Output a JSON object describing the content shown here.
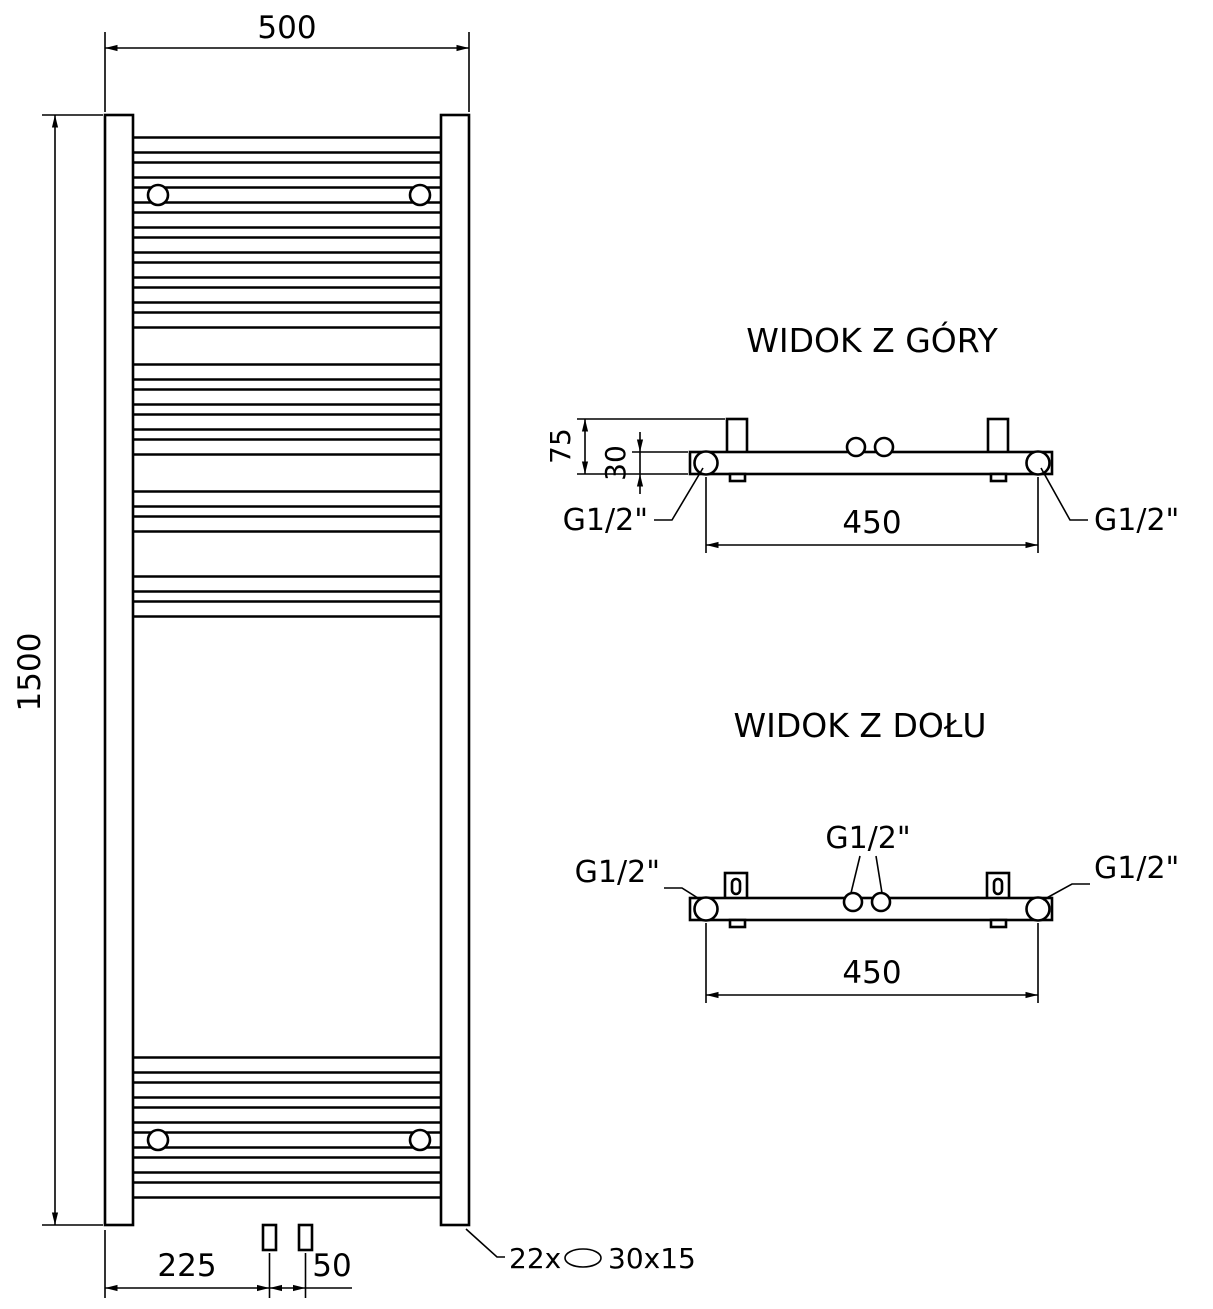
{
  "front_view": {
    "dim_width": "500",
    "dim_height": "1500",
    "dim_bottom_left": "225",
    "dim_bottom_center": "50",
    "rung_count": "22x",
    "rung_size": "30x15"
  },
  "top_view": {
    "title": "WIDOK Z GÓRY",
    "dim_depth_total": "75",
    "dim_depth_tube": "30",
    "dim_span": "450",
    "conn_left": "G1/2\"",
    "conn_right": "G1/2\""
  },
  "bottom_view": {
    "title": "WIDOK Z DOŁU",
    "dim_span": "450",
    "conn_left": "G1/2\"",
    "conn_center": "G1/2\"",
    "conn_right": "G1/2\""
  }
}
